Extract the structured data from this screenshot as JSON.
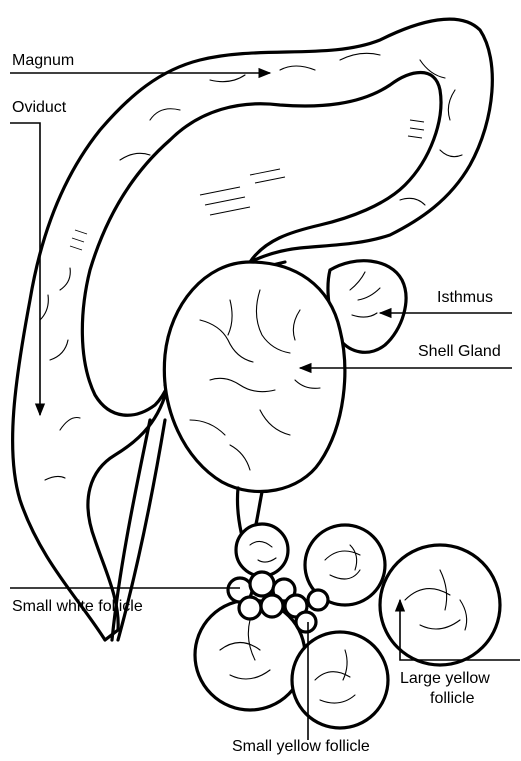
{
  "labels": {
    "magnum": "Magnum",
    "oviduct": "Oviduct",
    "isthmus": "Isthmus",
    "shell_gland": "Shell Gland",
    "small_white_follicle": "Small white follicle",
    "large_yellow_follicle_line1": "Large yellow",
    "large_yellow_follicle_line2": "follicle",
    "small_yellow_follicle": "Small yellow follicle"
  }
}
